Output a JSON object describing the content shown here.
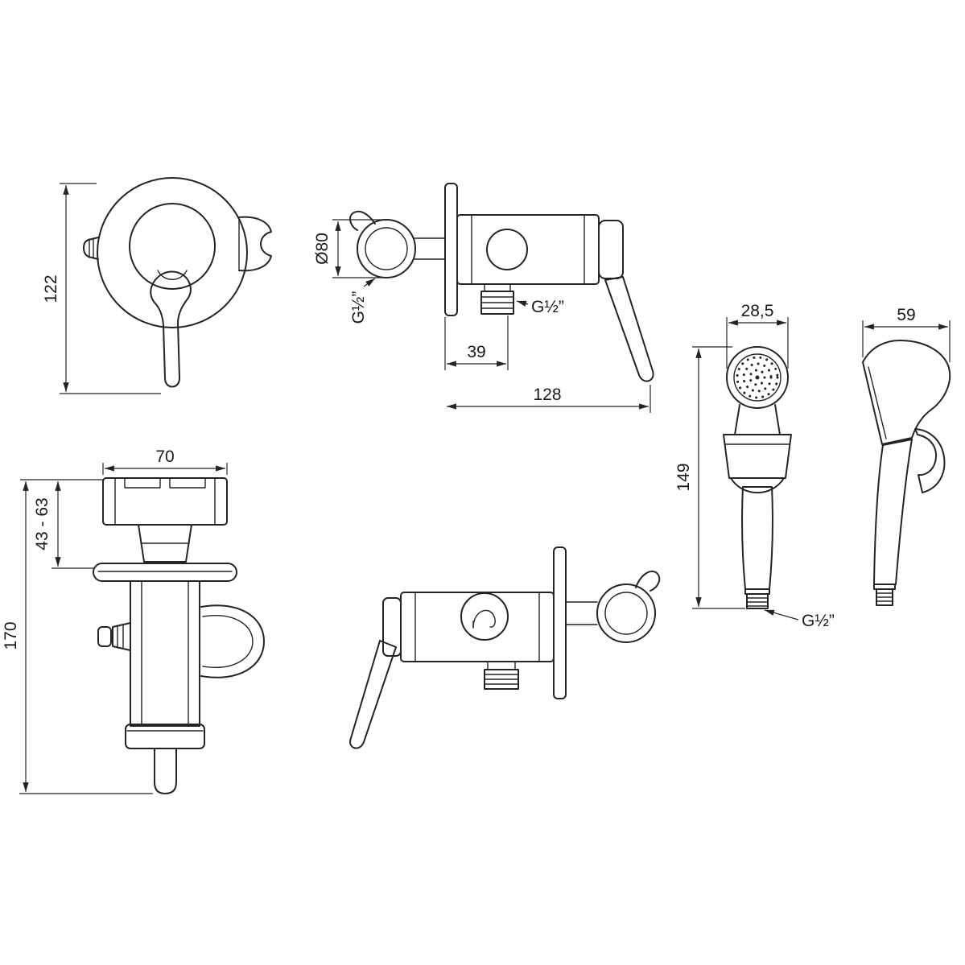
{
  "drawing": {
    "background": "#ffffff",
    "line_color": "#242424"
  },
  "dims": {
    "front_height": "122",
    "flange_diameter": "Ø80",
    "wall_inlet_thread": "G½”",
    "outlet_offset": "39",
    "outlet_thread": "G½”",
    "total_depth": "128",
    "head_width": "28,5",
    "head_depth": "59",
    "handshower_height": "149",
    "handshower_thread": "G½”",
    "top_width": "70",
    "wall_mount_range": "43 - 63",
    "total_height": "170"
  }
}
